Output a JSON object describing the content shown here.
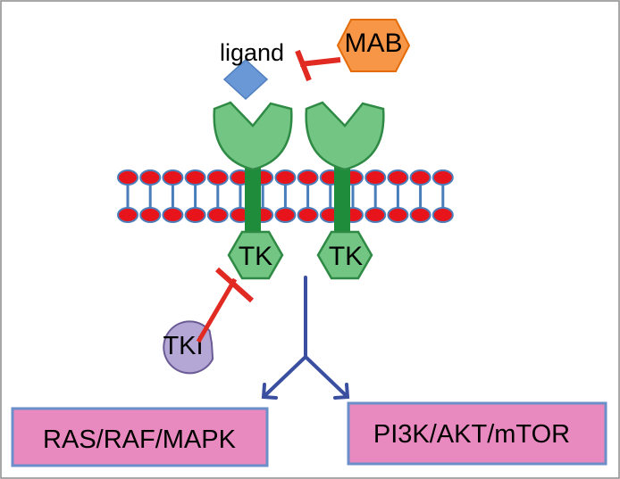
{
  "labels": {
    "ligand": "ligand",
    "mab": "MAB",
    "tk_left": "TK",
    "tk_right": "TK",
    "tki": "TKI",
    "pathway_left": "RAS/RAF/MAPK",
    "pathway_right": "PI3K/AKT/mTOR"
  },
  "colors": {
    "border": "#8c8c8c",
    "ligand": "#6a98d6",
    "ligand_stroke": "#4f7fbf",
    "mab": "#f79646",
    "mab_stroke": "#e46c0a",
    "receptor_fill": "#72c583",
    "receptor_stroke": "#2f8a45",
    "receptor_stem": "#1e8c3a",
    "lipid_head": "#e8141b",
    "lipid_outline": "#4a7ebb",
    "inhibitor": "#e02a22",
    "tki_fill": "#b4a7d6",
    "tki_stroke": "#6b5b95",
    "arrow": "#3a4fa0",
    "pathway_fill": "#e88ac0",
    "pathway_stroke": "#6b8fc8"
  },
  "icons": {
    "ligand": "diamond-shape",
    "mab": "hexagon-shape",
    "tki": "pacman-shape",
    "receptor": "y-receptor-shape",
    "inhibition": "t-bar-inhibitor"
  }
}
